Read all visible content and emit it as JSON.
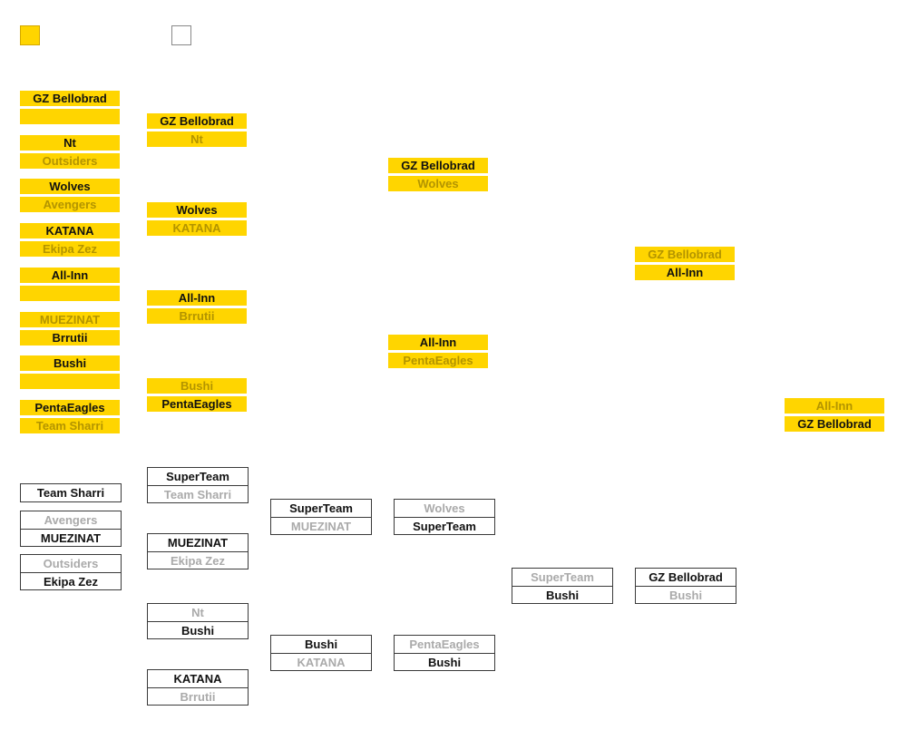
{
  "legend": {
    "upper_color": "#FFD500",
    "lower_color": "#FFFFFF"
  },
  "upper": [
    {
      "top": "GZ Bellobrad",
      "bottom": ""
    },
    {
      "top": "Nt",
      "bottom": "Outsiders"
    },
    {
      "top": "Wolves",
      "bottom": "Avengers"
    },
    {
      "top": "KATANA",
      "bottom": "Ekipa Zez"
    },
    {
      "top": "All-Inn",
      "bottom": ""
    },
    {
      "top": "MUEZINAT",
      "bottom": "Brrutii"
    },
    {
      "top": "Bushi",
      "bottom": ""
    },
    {
      "top": "PentaEagles",
      "bottom": "Team Sharri"
    },
    {
      "top": "GZ Bellobrad",
      "bottom": "Nt"
    },
    {
      "top": "Wolves",
      "bottom": "KATANA"
    },
    {
      "top": "All-Inn",
      "bottom": "Brrutii"
    },
    {
      "top": "Bushi",
      "bottom": "PentaEagles"
    },
    {
      "top": "GZ Bellobrad",
      "bottom": "Wolves"
    },
    {
      "top": "All-Inn",
      "bottom": "PentaEagles"
    },
    {
      "top": "GZ Bellobrad",
      "bottom": "All-Inn"
    },
    {
      "top": "All-Inn",
      "bottom": "GZ Bellobrad"
    }
  ],
  "lower": [
    {
      "top": "Team Sharri"
    },
    {
      "top": "Avengers",
      "bottom": "MUEZINAT"
    },
    {
      "top": "Outsiders",
      "bottom": "Ekipa Zez"
    },
    {
      "top": "SuperTeam",
      "bottom": "Team Sharri"
    },
    {
      "top": "MUEZINAT",
      "bottom": "Ekipa Zez"
    },
    {
      "top": "Nt",
      "bottom": "Bushi"
    },
    {
      "top": "KATANA",
      "bottom": "Brrutii"
    },
    {
      "top": "SuperTeam",
      "bottom": "MUEZINAT"
    },
    {
      "top": "Bushi",
      "bottom": "KATANA"
    },
    {
      "top": "Wolves",
      "bottom": "SuperTeam"
    },
    {
      "top": "PentaEagles",
      "bottom": "Bushi"
    },
    {
      "top": "SuperTeam",
      "bottom": "Bushi"
    },
    {
      "top": "GZ Bellobrad",
      "bottom": "Bushi"
    }
  ]
}
